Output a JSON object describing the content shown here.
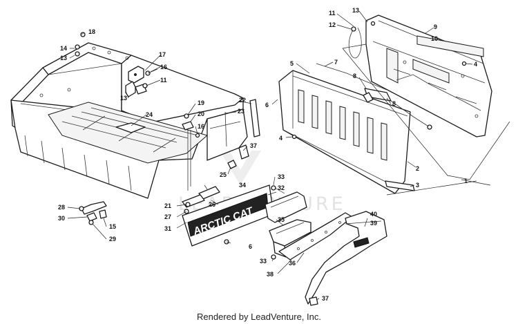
{
  "diagram": {
    "brand_badge": "ARCTIC CAT",
    "watermark": "LEADVENTURE",
    "callouts": {
      "c1": "1",
      "c2": "2",
      "c3": "3",
      "c4a": "4",
      "c4b": "4",
      "c5": "5",
      "c6a": "6",
      "c6b": "6",
      "c7": "7",
      "c8a": "8",
      "c8b": "8",
      "c9": "9",
      "c10": "10",
      "c11a": "11",
      "c11b": "11",
      "c12": "12",
      "c13a": "13",
      "c13b": "13",
      "c13c": "13",
      "c14": "14",
      "c15": "15",
      "c16a": "16",
      "c16b": "16",
      "c17": "17",
      "c18": "18",
      "c19": "19",
      "c20": "20",
      "c21": "21",
      "c22": "22",
      "c23": "23",
      "c24": "24",
      "c25": "25",
      "c26": "26",
      "c27": "27",
      "c28": "28",
      "c29": "29",
      "c30": "30",
      "c31": "31",
      "c32": "32",
      "c33a": "33",
      "c33b": "33",
      "c34": "34",
      "c35": "35",
      "c36": "36",
      "c37a": "37",
      "c37b": "37",
      "c38": "38",
      "c39": "39",
      "c40": "40"
    }
  },
  "footer": {
    "text": "Rendered by LeadVenture, Inc."
  }
}
